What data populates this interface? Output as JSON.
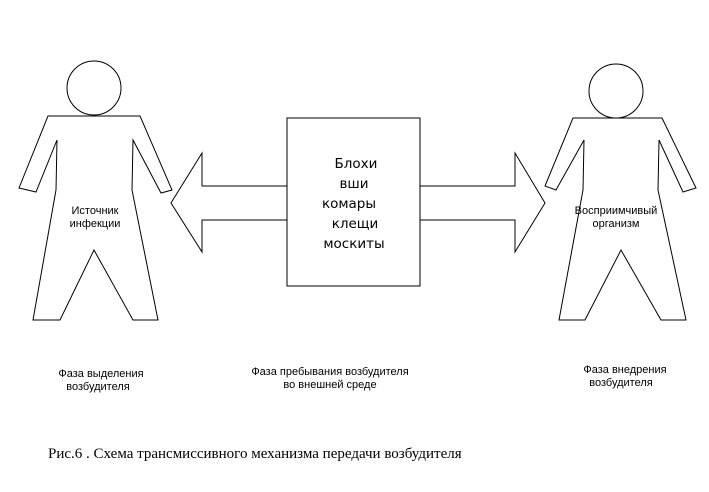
{
  "left_figure": {
    "label_lines": [
      "Источник",
      "инфекции"
    ]
  },
  "right_figure": {
    "label_lines": [
      "Восприимчивый",
      "организм"
    ]
  },
  "center_box": {
    "lines": [
      "Блохи",
      "вши",
      "комары",
      "клещи",
      "москиты"
    ]
  },
  "phases": {
    "left": [
      "Фаза выделения",
      "возбудителя"
    ],
    "center": [
      "Фаза пребывания возбудителя",
      "во внешней среде"
    ],
    "right": [
      "Фаза внедрения",
      "возбудителя"
    ]
  },
  "caption": "Рис.6 . Схема трансмиссивного механизма передачи возбудителя"
}
